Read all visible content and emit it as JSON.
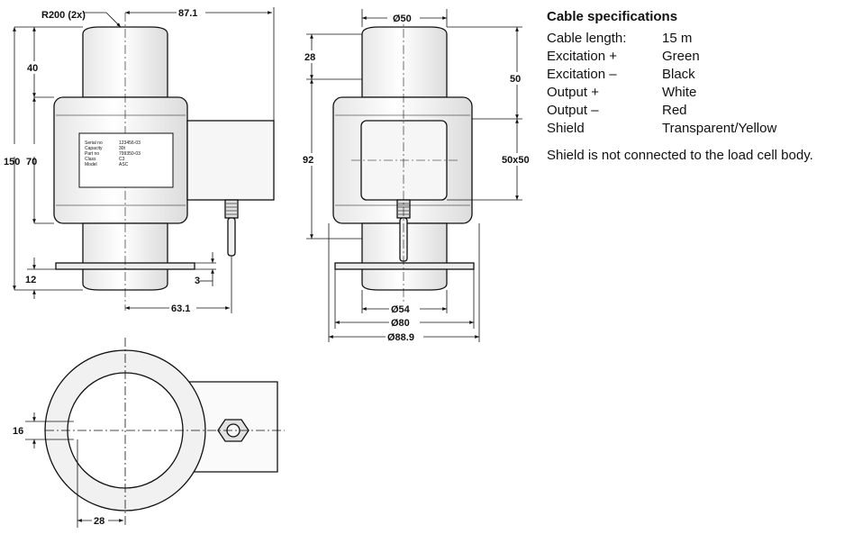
{
  "drawing": {
    "front": {
      "radius_label": "R200 (2x)",
      "width_87": "87.1",
      "h_40": "40",
      "h_150": "150",
      "h_70": "70",
      "h_12": "12",
      "h_3": "3",
      "w_63": "63.1",
      "plate": {
        "rows": [
          {
            "label": "Serial no",
            "value": "123456-03"
          },
          {
            "label": "Capacity",
            "value": "30t"
          },
          {
            "label": "Part no",
            "value": "799350-03"
          },
          {
            "label": "Class",
            "value": "C3"
          },
          {
            "label": "Model",
            "value": "ASC"
          }
        ]
      }
    },
    "side": {
      "d_50": "Ø50",
      "h_28": "28",
      "h_50": "50",
      "h_92": "92",
      "sq_50": "50x50",
      "d_54": "Ø54",
      "d_80": "Ø80",
      "d_88": "Ø88.9"
    },
    "top": {
      "h_16": "16",
      "w_28": "28"
    }
  },
  "specs": {
    "title": "Cable specifications",
    "rows": [
      {
        "key": "Cable length:",
        "value": "15 m"
      },
      {
        "key": "Excitation +",
        "value": "Green"
      },
      {
        "key": "Excitation –",
        "value": "Black"
      },
      {
        "key": "Output +",
        "value": "White"
      },
      {
        "key": "Output –",
        "value": "Red"
      },
      {
        "key": "Shield",
        "value": "Transparent/Yellow"
      }
    ],
    "note": "Shield is not connected to the load cell body."
  }
}
